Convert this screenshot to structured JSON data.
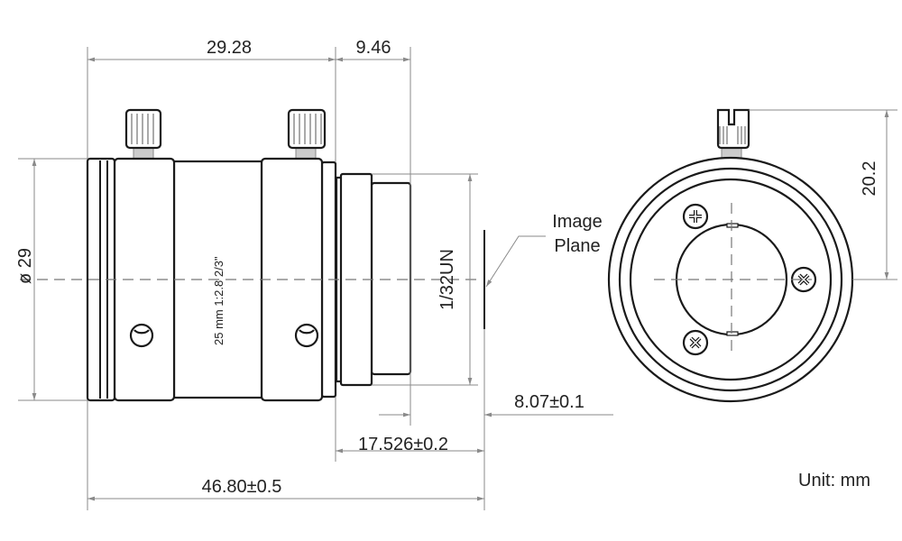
{
  "dimensions": {
    "top_left": "29.28",
    "top_right": "9.46",
    "diameter": "ø 29",
    "thread": "1/32UN",
    "flange_back": "8.07±0.1",
    "back_focal": "17.526±0.2",
    "total_length": "46.80±0.5",
    "screw_height": "20.2"
  },
  "labels": {
    "image_plane_line1": "Image",
    "image_plane_line2": "Plane",
    "lens_marking": "25 mm  1:2.8  2/3\"",
    "unit": "Unit: mm"
  }
}
